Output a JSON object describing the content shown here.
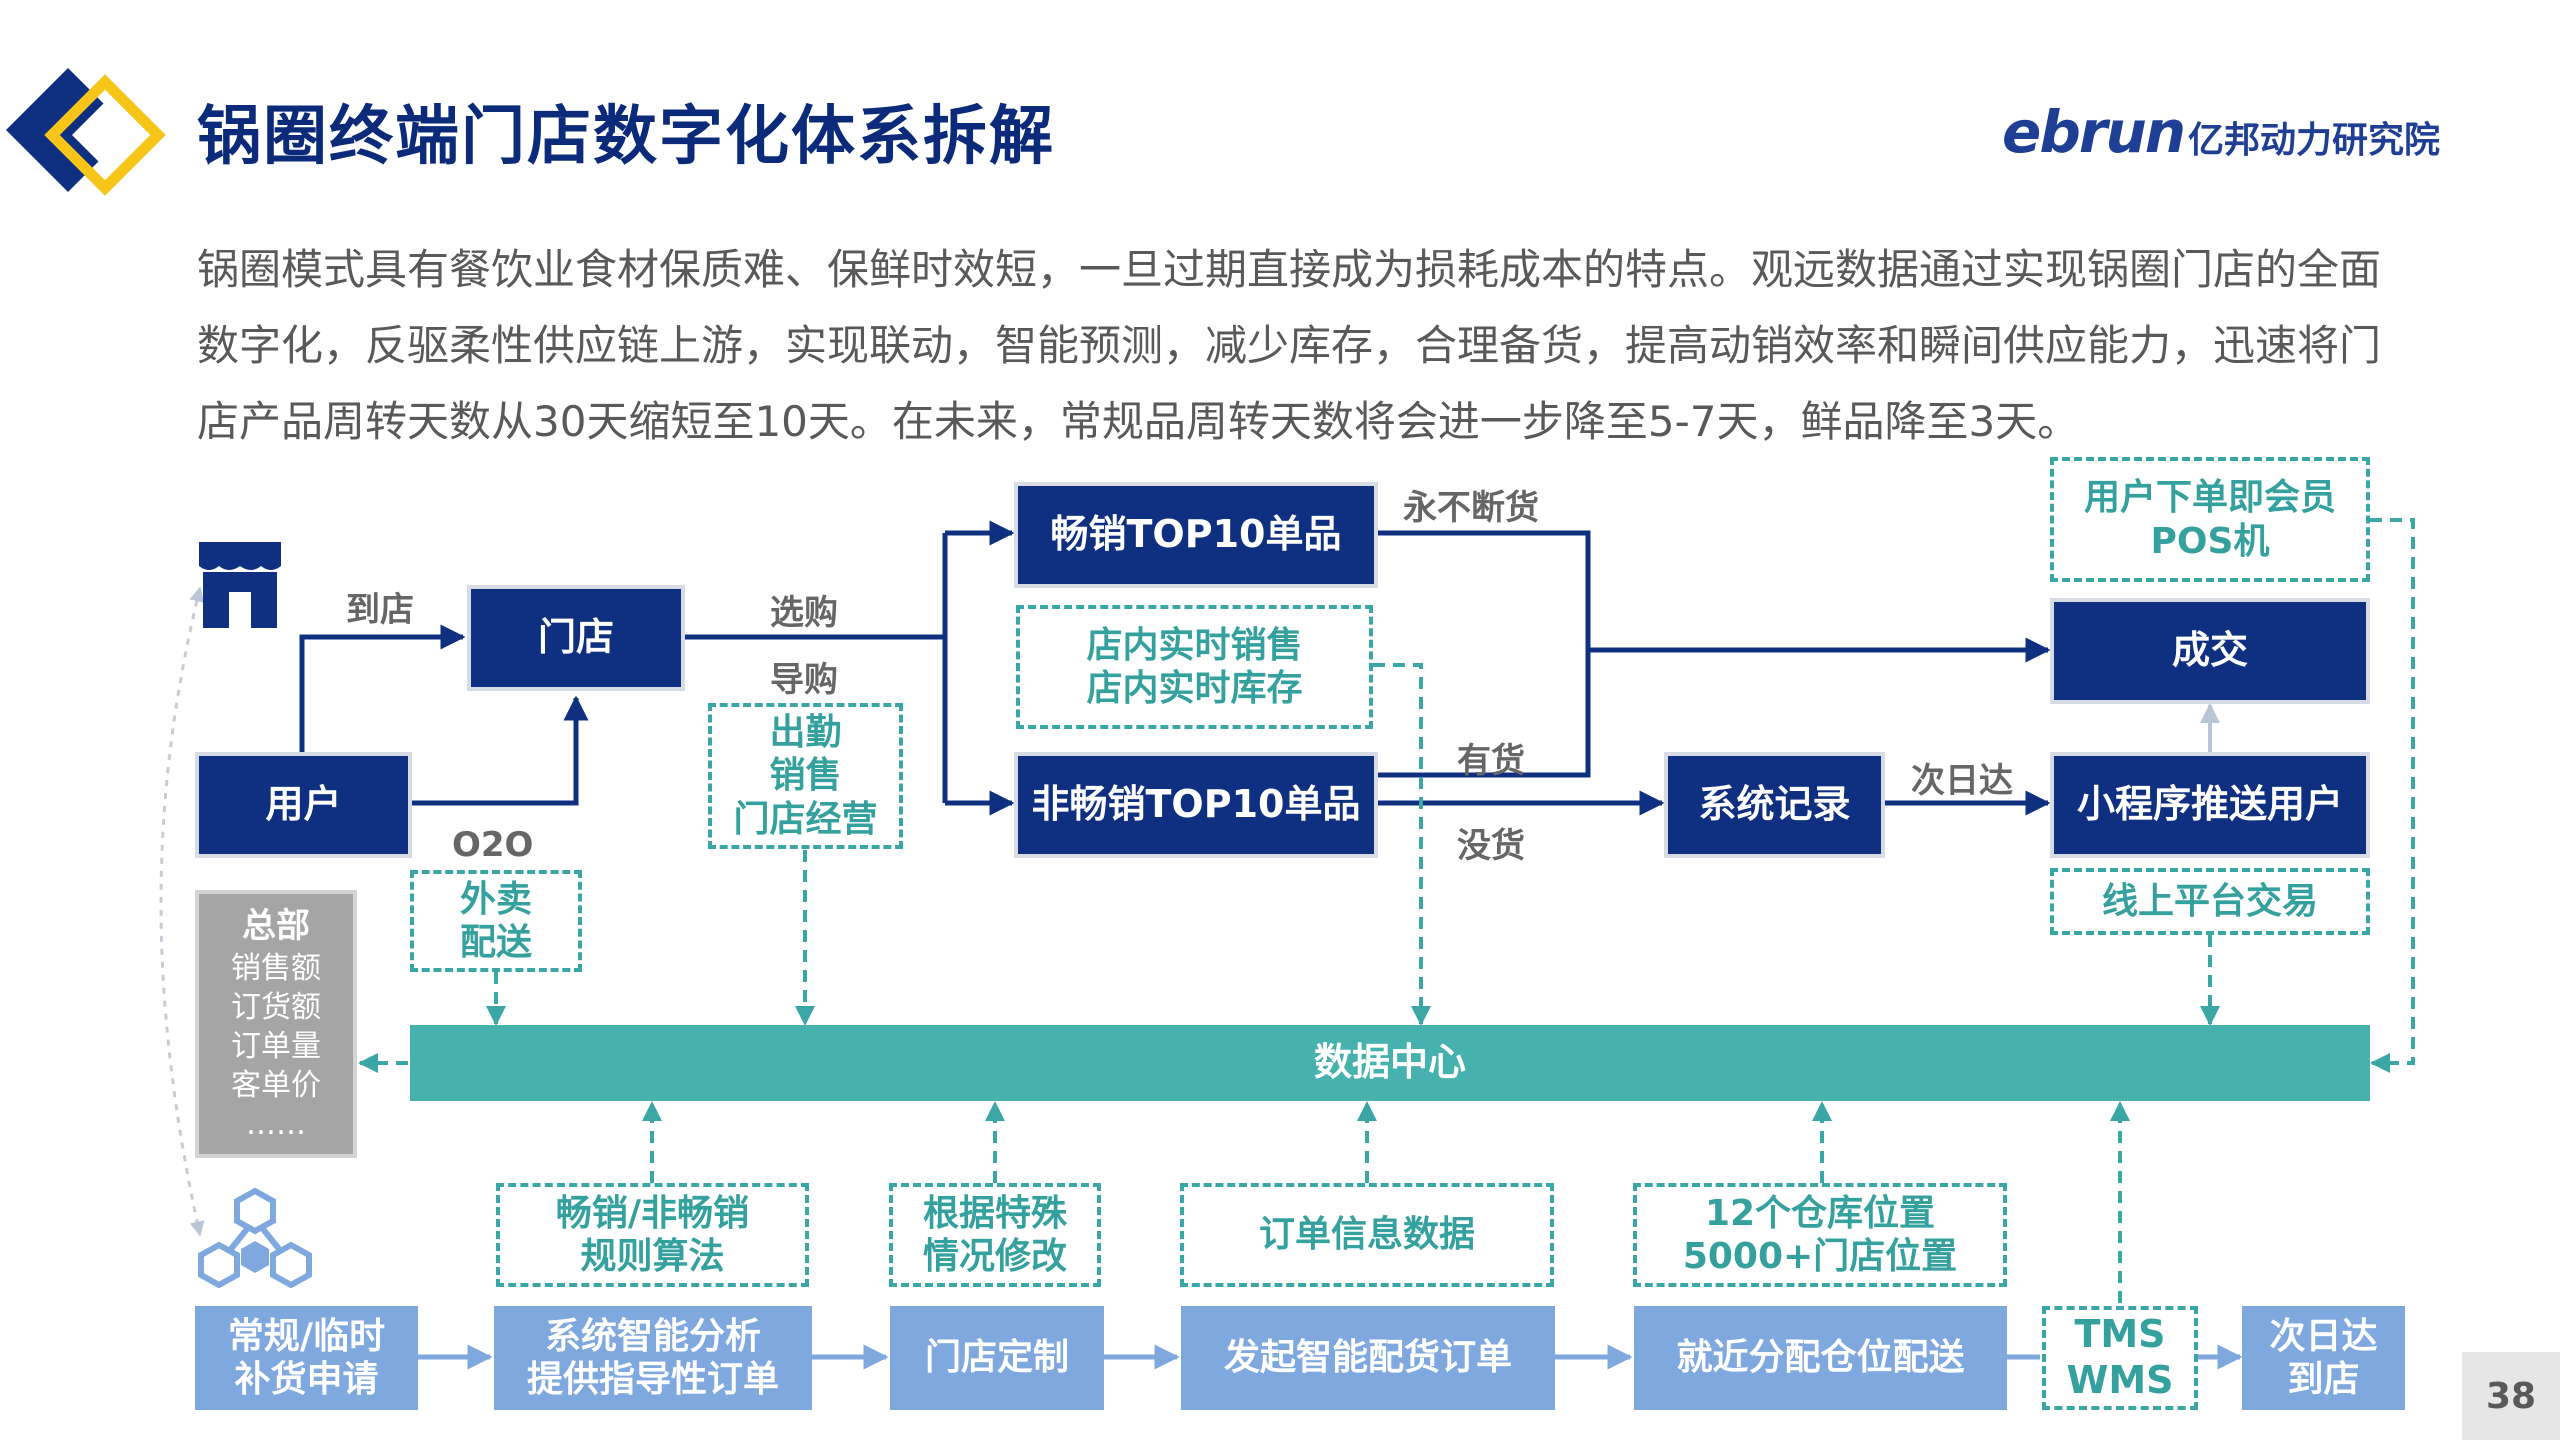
{
  "title": "锅圈终端门店数字化体系拆解",
  "brand": {
    "en": "ebrun",
    "cn": "亿邦动力研究院"
  },
  "intro": "锅圈模式具有餐饮业食材保质难、保鲜时效短，一旦过期直接成为损耗成本的特点。观远数据通过实现锅圈门店的全面数字化，反驱柔性供应链上游，实现联动，智能预测，减少库存，合理备货，提高动销效率和瞬间供应能力，迅速将门店产品周转天数从30天缩短至10天。在未来，常规品周转天数将会进一步降至5-7天，鲜品降至3天。",
  "icons": {
    "store": "store-icon",
    "network": "network-icon",
    "logo": "diamond-logo-icon"
  },
  "colors": {
    "navy": "#0f2f80",
    "teal": "#47b1ad",
    "light_blue": "#7fa8df",
    "gray": "#a5a5a5"
  },
  "nodes": {
    "store": "门店",
    "user": "用户",
    "top10": "畅销TOP10单品",
    "non_top10": "非畅销TOP10单品",
    "instore": [
      "店内实时销售",
      "店内实时库存"
    ],
    "visit": [
      "出勤",
      "销售",
      "门店经营"
    ],
    "o2o": [
      "外卖",
      "配送"
    ],
    "member": [
      "用户下单即会员",
      "POS机"
    ],
    "deal": "成交",
    "sys_record": "系统记录",
    "mini_push": "小程序推送用户",
    "online_trade": "线上平台交易",
    "hq": {
      "title": "总部",
      "items": [
        "销售额",
        "订货额",
        "订单量",
        "客单价",
        "……"
      ]
    },
    "data_center": "数据中心"
  },
  "labels": {
    "to_store": "到店",
    "select": "选购",
    "guide": "导购",
    "never_out": "永不断货",
    "in_stock": "有货",
    "out_stock": "没货",
    "next_day": "次日达",
    "o2o": "O2O"
  },
  "bottom_info": [
    [
      "畅销/非畅销",
      "规则算法"
    ],
    [
      "根据特殊",
      "情况修改"
    ],
    [
      "订单信息数据"
    ],
    [
      "12个仓库位置",
      "5000+门店位置"
    ]
  ],
  "flow": [
    [
      "常规/临时",
      "补货申请"
    ],
    [
      "系统智能分析",
      "提供指导性订单"
    ],
    [
      "门店定制"
    ],
    [
      "发起智能配货订单"
    ],
    [
      "就近分配仓位配送"
    ],
    [
      "TMS",
      "WMS"
    ],
    [
      "次日达",
      "到店"
    ]
  ],
  "page_number": "38"
}
